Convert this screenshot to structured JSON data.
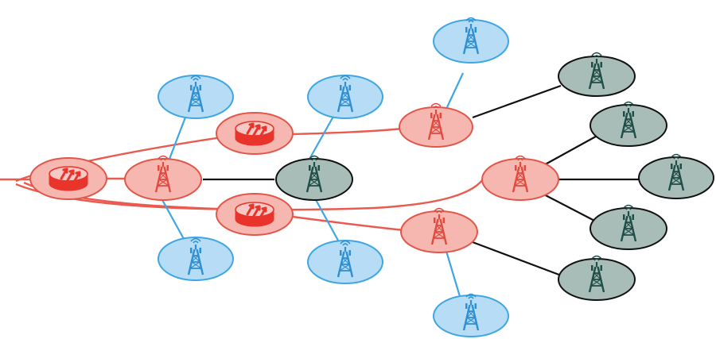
{
  "diagram": {
    "kind": "network-topology",
    "colors": {
      "background": "#ffffff",
      "red_fill": "#f7b7b1",
      "red_stroke": "#e2564a",
      "red_line": "#ea5a4f",
      "blue_fill": "#b7dcf5",
      "blue_stroke": "#3ea6e3",
      "blue_line": "#3ea6e3",
      "gray_fill": "#a9bdb8",
      "gray_stroke": "#111111",
      "gray_line": "#111111",
      "tower_red": "#e04a3f",
      "tower_blue": "#2e8fd2",
      "tower_gray": "#1f4d47",
      "router_red": "#e8342a",
      "router_top": "#f6c9c4"
    },
    "icons": {
      "router": "router-icon",
      "tower": "cell-tower-icon"
    },
    "nodes": [
      {
        "id": "router-left",
        "type": "router",
        "tone": "red"
      },
      {
        "id": "router-top",
        "type": "router",
        "tone": "red"
      },
      {
        "id": "router-bottom",
        "type": "router",
        "tone": "red"
      },
      {
        "id": "hub-red-left",
        "type": "tower",
        "tone": "red"
      },
      {
        "id": "red-top-right",
        "type": "tower",
        "tone": "red"
      },
      {
        "id": "red-mid-right",
        "type": "tower",
        "tone": "red"
      },
      {
        "id": "red-bot-right",
        "type": "tower",
        "tone": "red"
      },
      {
        "id": "gray-center",
        "type": "tower",
        "tone": "gray"
      },
      {
        "id": "blue-1",
        "type": "tower",
        "tone": "blue"
      },
      {
        "id": "blue-2",
        "type": "tower",
        "tone": "blue"
      },
      {
        "id": "blue-3",
        "type": "tower",
        "tone": "blue"
      },
      {
        "id": "blue-4",
        "type": "tower",
        "tone": "blue"
      },
      {
        "id": "blue-5",
        "type": "tower",
        "tone": "blue"
      },
      {
        "id": "blue-6",
        "type": "tower",
        "tone": "blue"
      },
      {
        "id": "blue-7",
        "type": "tower",
        "tone": "blue"
      },
      {
        "id": "gray-1",
        "type": "tower",
        "tone": "gray"
      },
      {
        "id": "gray-2",
        "type": "tower",
        "tone": "gray"
      },
      {
        "id": "gray-3",
        "type": "tower",
        "tone": "gray"
      },
      {
        "id": "gray-4",
        "type": "tower",
        "tone": "gray"
      },
      {
        "id": "gray-5",
        "type": "tower",
        "tone": "gray"
      }
    ],
    "links": [
      {
        "from": "hub-red-left",
        "to": "blue-1",
        "tone": "blue"
      },
      {
        "from": "hub-red-left",
        "to": "blue-3",
        "tone": "blue"
      },
      {
        "from": "hub-red-left",
        "to": "gray-center",
        "tone": "gray"
      },
      {
        "from": "gray-center",
        "to": "blue-2",
        "tone": "blue"
      },
      {
        "from": "gray-center",
        "to": "blue-4",
        "tone": "blue"
      },
      {
        "from": "red-top-right",
        "to": "blue-5",
        "tone": "blue"
      },
      {
        "from": "red-top-right",
        "to": "gray-1",
        "tone": "gray"
      },
      {
        "from": "red-mid-right",
        "to": "gray-2",
        "tone": "gray"
      },
      {
        "from": "red-mid-right",
        "to": "gray-3",
        "tone": "gray"
      },
      {
        "from": "red-mid-right",
        "to": "gray-4",
        "tone": "gray"
      },
      {
        "from": "red-bot-right",
        "to": "gray-5",
        "tone": "gray"
      },
      {
        "from": "red-bot-right",
        "to": "blue-6",
        "tone": "blue"
      }
    ]
  }
}
